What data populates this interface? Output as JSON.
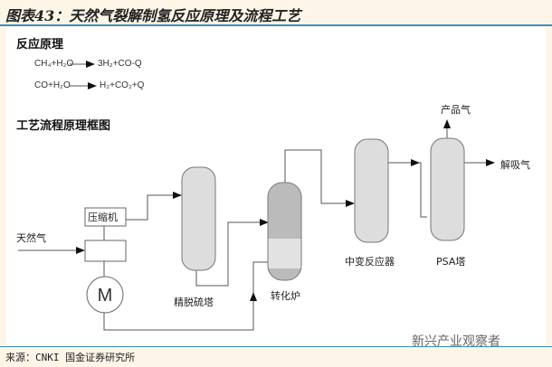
{
  "title": "图表43：天然气裂解制氢反应原理及流程工艺",
  "section1": "反应原理",
  "eq1": {
    "left": "CH₄+H₂O",
    "right": "3H₂+CO-Q"
  },
  "eq2": {
    "left": "CO+H₂O",
    "right": "H₂+CO₂+Q"
  },
  "section2": "工艺流程原理框图",
  "diagram": {
    "feed": "天然气",
    "compressor": "压缩机",
    "motor": "M",
    "desulfurizer": "精脱硫塔",
    "reformer": "转化炉",
    "shift_reactor": "中变反应器",
    "psa": "PSA塔",
    "product": "产品气",
    "desorbed": "解吸气"
  },
  "source": "来源：CNKI 国金证券研究所",
  "watermark": "新兴产业观察者"
}
